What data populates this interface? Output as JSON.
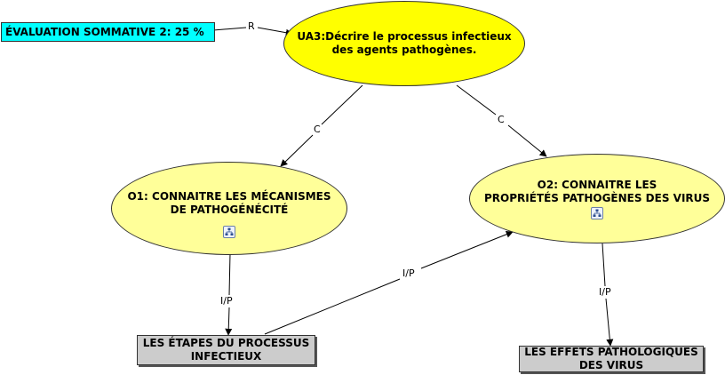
{
  "nodes": {
    "evaluation": {
      "label": "ÉVALUATION SOMMATIVE 2: 25 %"
    },
    "ua3": {
      "line1": "UA3:Décrire le processus infectieux",
      "line2": "des agents pathogènes."
    },
    "o1": {
      "line1": "O1: CONNAITRE LES MÉCANISMES",
      "line2": "DE PATHOGÉNÉCITÉ"
    },
    "o2": {
      "line1": "O2: CONNAITRE LES",
      "line2": "PROPRIÉTÉS PATHOGÈNES DES VIRUS"
    },
    "etapes": {
      "line1": "LES ÉTAPES DU PROCESSUS",
      "line2": "INFECTIEUX"
    },
    "effets": {
      "line1": "LES EFFETS PATHOLOGIQUES",
      "line2": "DES VIRUS"
    }
  },
  "links": {
    "eval_to_ua3": "R",
    "ua3_to_o1": "C",
    "ua3_to_o2": "C",
    "o1_to_etapes": "I/P",
    "etapes_to_o2": "I/P",
    "o2_to_effets": "I/P"
  },
  "icons": {
    "o1_submap": "concept-map-icon",
    "o2_submap": "concept-map-icon"
  },
  "colors": {
    "root_fill": "#ffff00",
    "objective_fill": "#ffff99",
    "evaluation_fill": "#00ffff",
    "resource_fill": "#cccccc"
  }
}
